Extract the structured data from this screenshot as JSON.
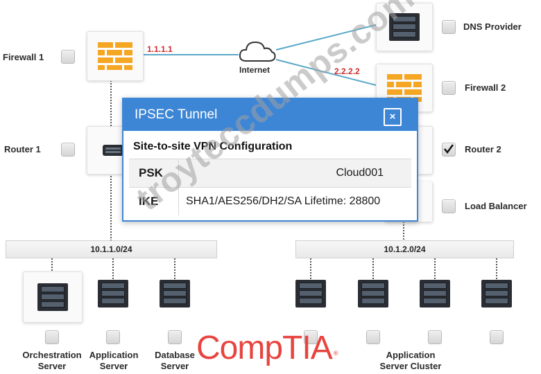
{
  "network": {
    "internet_label": "Internet",
    "ip_firewall1": "1.1.1.1",
    "ip_firewall2": "2.2.2.2",
    "subnet_left": "10.1.1.0/24",
    "subnet_right": "10.1.2.0/24"
  },
  "devices": {
    "firewall1": {
      "label": "Firewall 1",
      "checked": false
    },
    "router1": {
      "label": "Router 1",
      "checked": false
    },
    "dns_provider": {
      "label": "DNS Provider",
      "checked": false
    },
    "firewall2": {
      "label": "Firewall 2",
      "checked": false
    },
    "router2": {
      "label": "Router 2",
      "checked": true
    },
    "load_balancer": {
      "label": "Load Balancer",
      "checked": false
    },
    "orchestration_server": {
      "label_line1": "Orchestration",
      "label_line2": "Server",
      "checked": false
    },
    "application_server": {
      "label_line1": "Application",
      "label_line2": "Server",
      "checked": false
    },
    "database_server": {
      "label_line1": "Database",
      "label_line2": "Server",
      "checked": false
    },
    "app_cluster": {
      "label_line1": "Application",
      "label_line2": "Server Cluster",
      "checked": false
    }
  },
  "modal": {
    "title": "IPSEC Tunnel",
    "close_label": "×",
    "subtitle": "Site-to-site VPN Configuration",
    "rows": [
      {
        "key": "PSK",
        "value": "Cloud001"
      },
      {
        "key": "IKE",
        "value": "SHA1/AES256/DH2/SA Lifetime: 28800"
      }
    ]
  },
  "watermark": "troyteccdumps.com",
  "logo": {
    "text": "CompTIA",
    "mark": "®"
  },
  "colors": {
    "modal_blue": "#3d86d6",
    "ip_red": "#d02b2b",
    "firewall_orange": "#f5a623",
    "logo_red": "#e8443f"
  }
}
